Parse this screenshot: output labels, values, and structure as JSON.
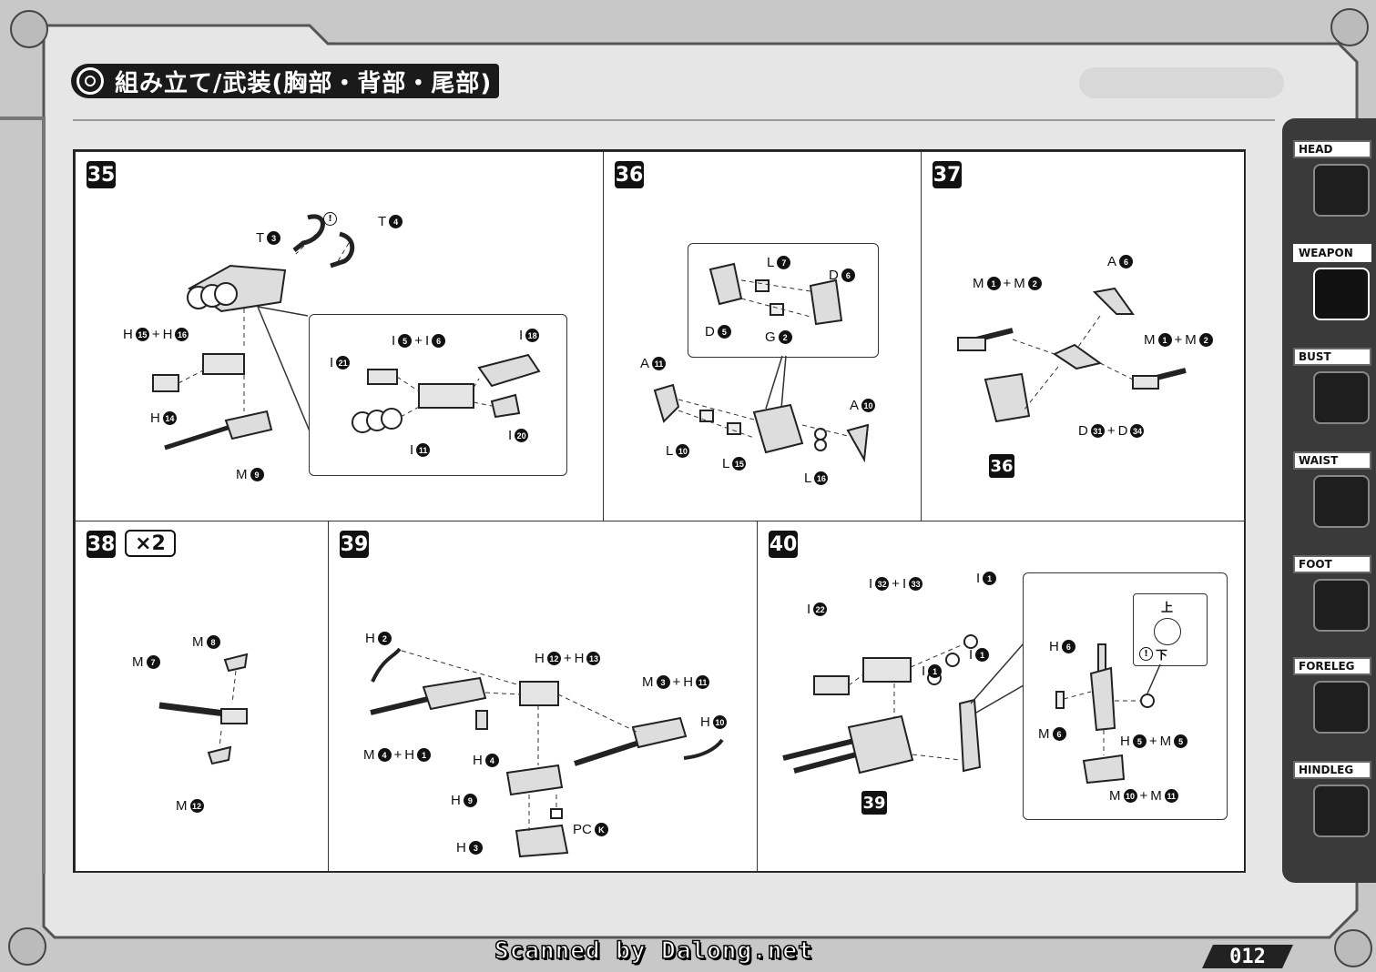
{
  "page": {
    "title": "組み立て/武装(胸部・背部・尾部)",
    "page_number": "012",
    "scan_credit": "Scanned by Dalong.net"
  },
  "side_tabs": [
    {
      "label": "HEAD",
      "icon": "head-icon",
      "active": false
    },
    {
      "label": "WEAPON",
      "icon": "weapon-icon",
      "active": true
    },
    {
      "label": "BUST",
      "icon": "bust-icon",
      "active": false
    },
    {
      "label": "WAIST",
      "icon": "waist-icon",
      "active": false
    },
    {
      "label": "FOOT",
      "icon": "foot-icon",
      "active": false
    },
    {
      "label": "FORELEG",
      "icon": "foreleg-icon",
      "active": false
    },
    {
      "label": "HINDLEG",
      "icon": "hindleg-icon",
      "active": false
    }
  ],
  "steps": {
    "s35": {
      "number": "35",
      "labels": {
        "t3": {
          "letter": "T",
          "num": "3"
        },
        "t4": {
          "letter": "T",
          "num": "4"
        },
        "h15h16": {
          "letter": "H",
          "num": "15",
          "plus": "+",
          "letter2": "H",
          "num2": "16"
        },
        "h14": {
          "letter": "H",
          "num": "14"
        },
        "m9": {
          "letter": "M",
          "num": "9"
        },
        "i5i6": {
          "letter": "I",
          "num": "5",
          "plus": "+",
          "letter2": "I",
          "num2": "6"
        },
        "i18": {
          "letter": "I",
          "num": "18"
        },
        "i21": {
          "letter": "I",
          "num": "21"
        },
        "i20": {
          "letter": "I",
          "num": "20"
        },
        "i11": {
          "letter": "I",
          "num": "11"
        }
      },
      "warning": "!"
    },
    "s36": {
      "number": "36",
      "labels": {
        "l7": {
          "letter": "L",
          "num": "7"
        },
        "d6": {
          "letter": "D",
          "num": "6"
        },
        "d5": {
          "letter": "D",
          "num": "5"
        },
        "g2": {
          "letter": "G",
          "num": "2"
        },
        "a11": {
          "letter": "A",
          "num": "11"
        },
        "a10": {
          "letter": "A",
          "num": "10"
        },
        "l10": {
          "letter": "L",
          "num": "10"
        },
        "l15": {
          "letter": "L",
          "num": "15"
        },
        "l16": {
          "letter": "L",
          "num": "16"
        }
      }
    },
    "s37": {
      "number": "37",
      "labels": {
        "m1m2a": {
          "letter": "M",
          "num": "1",
          "plus": "+",
          "letter2": "M",
          "num2": "2"
        },
        "a6": {
          "letter": "A",
          "num": "6"
        },
        "m1m2b": {
          "letter": "M",
          "num": "1",
          "plus": "+",
          "letter2": "M",
          "num2": "2"
        },
        "d31d34": {
          "letter": "D",
          "num": "31",
          "plus": "+",
          "letter2": "D",
          "num2": "34"
        }
      },
      "ref": "36"
    },
    "s38": {
      "number": "38",
      "times": "×2",
      "labels": {
        "m8": {
          "letter": "M",
          "num": "8"
        },
        "m7": {
          "letter": "M",
          "num": "7"
        },
        "m12": {
          "letter": "M",
          "num": "12"
        }
      }
    },
    "s39": {
      "number": "39",
      "labels": {
        "h2": {
          "letter": "H",
          "num": "2"
        },
        "h12h13": {
          "letter": "H",
          "num": "12",
          "plus": "+",
          "letter2": "H",
          "num2": "13"
        },
        "m3h11": {
          "letter": "M",
          "num": "3",
          "plus": "+",
          "letter2": "H",
          "num2": "11"
        },
        "h10": {
          "letter": "H",
          "num": "10"
        },
        "m4h1": {
          "letter": "M",
          "num": "4",
          "plus": "+",
          "letter2": "H",
          "num2": "1"
        },
        "h4": {
          "letter": "H",
          "num": "4"
        },
        "h9": {
          "letter": "H",
          "num": "9"
        },
        "pck": {
          "letter": "PC",
          "num": "K"
        },
        "h3": {
          "letter": "H",
          "num": "3"
        }
      }
    },
    "s40": {
      "number": "40",
      "labels": {
        "i32i33": {
          "letter": "I",
          "num": "32",
          "plus": "+",
          "letter2": "I",
          "num2": "33"
        },
        "i1a": {
          "letter": "I",
          "num": "1"
        },
        "i22": {
          "letter": "I",
          "num": "22"
        },
        "i1b": {
          "letter": "I",
          "num": "1"
        },
        "i1c": {
          "letter": "I",
          "num": "1"
        },
        "h6": {
          "letter": "H",
          "num": "6"
        },
        "m6": {
          "letter": "M",
          "num": "6"
        },
        "h5m5": {
          "letter": "H",
          "num": "5",
          "plus": "+",
          "letter2": "M",
          "num2": "5"
        },
        "m10m11": {
          "letter": "M",
          "num": "10",
          "plus": "+",
          "letter2": "M",
          "num2": "11"
        }
      },
      "ref": "39",
      "top_label": "上",
      "bottom_label": "下",
      "warning": "!"
    }
  }
}
